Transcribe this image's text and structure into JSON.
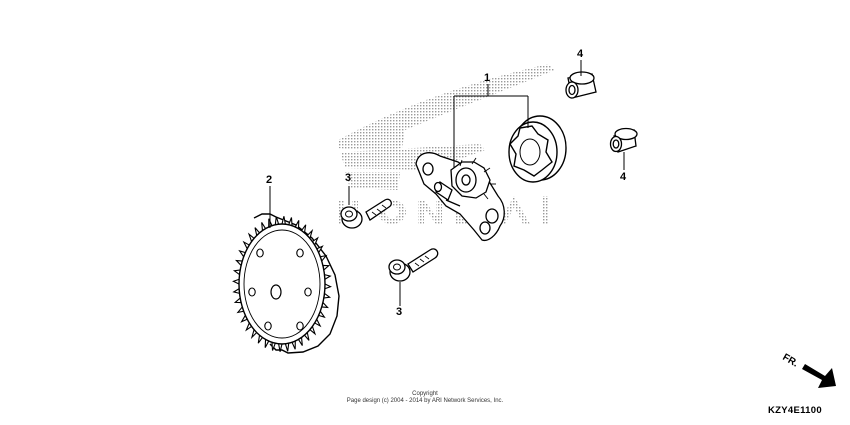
{
  "callouts": {
    "part_1": "1",
    "part_2": "2",
    "part_3_upper": "3",
    "part_3_lower": "3",
    "part_4_upper": "4",
    "part_4_lower": "4"
  },
  "copyright": {
    "line1": "Copyright",
    "line2": "Page design (c) 2004 - 2014 by ARI Network Services, Inc."
  },
  "direction_label": "FR.",
  "diagram_code": "KZY4E1100",
  "icons": {
    "direction_arrow": "forward-arrow-icon",
    "watermark": "honda-wing-logo-watermark"
  }
}
